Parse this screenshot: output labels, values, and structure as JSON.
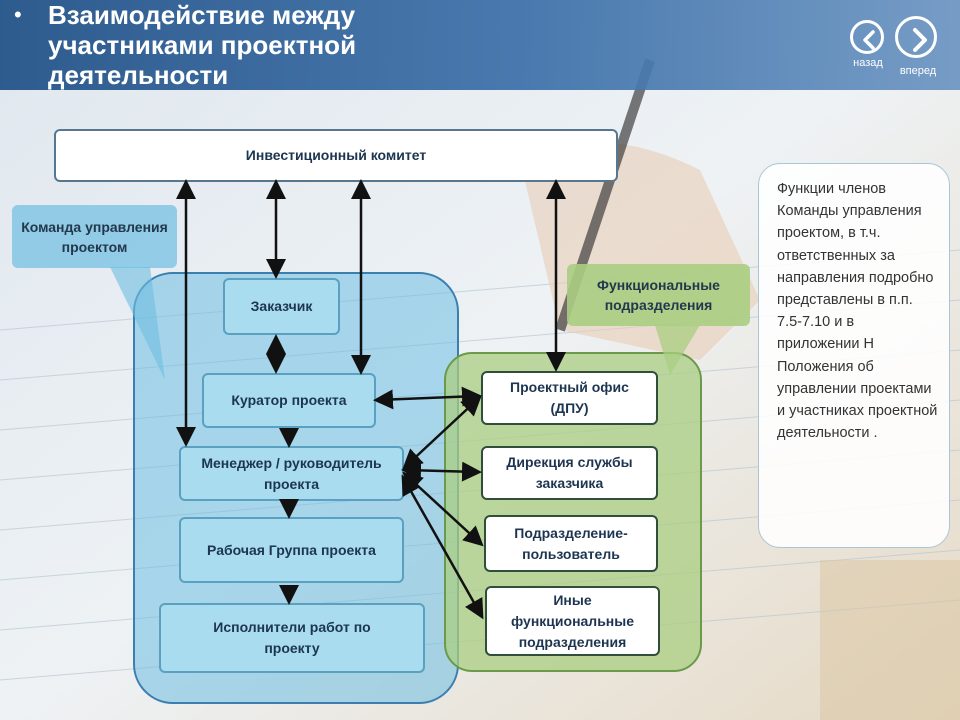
{
  "title": "Взаимодействие между участниками проектной деятельности",
  "bullet": "•",
  "nav": {
    "back_label": "назад",
    "forward_label": "вперед"
  },
  "nodes": {
    "committee": "Инвестиционный комитет",
    "customer": "Заказчик",
    "curator": "Куратор проекта",
    "manager": "Менеджер / руководитель проекта",
    "workgroup": "Рабочая Группа проекта",
    "executors": "Исполнители работ по проекту",
    "pmo": "Проектный офис (ДПУ)",
    "directorate": "Дирекция службы заказчика",
    "user_division": "Подразделение-пользователь",
    "other_divisions": "Иные функциональные подразделения"
  },
  "callouts": {
    "team": "Команда управления проектом",
    "functional": "Функциональные подразделения"
  },
  "note": "Функции членов Команды управления проектом, в т.ч. ответственных за направления подробно представлены в п.п. 7.5-7.10 и в приложении Н Положения об управлении проектами и участниках проектной деятельности .",
  "colors": {
    "title_band": "#2a5c95",
    "blue_region": "#6ebee1",
    "green_region": "#aacd82",
    "arrow": "#111111"
  }
}
